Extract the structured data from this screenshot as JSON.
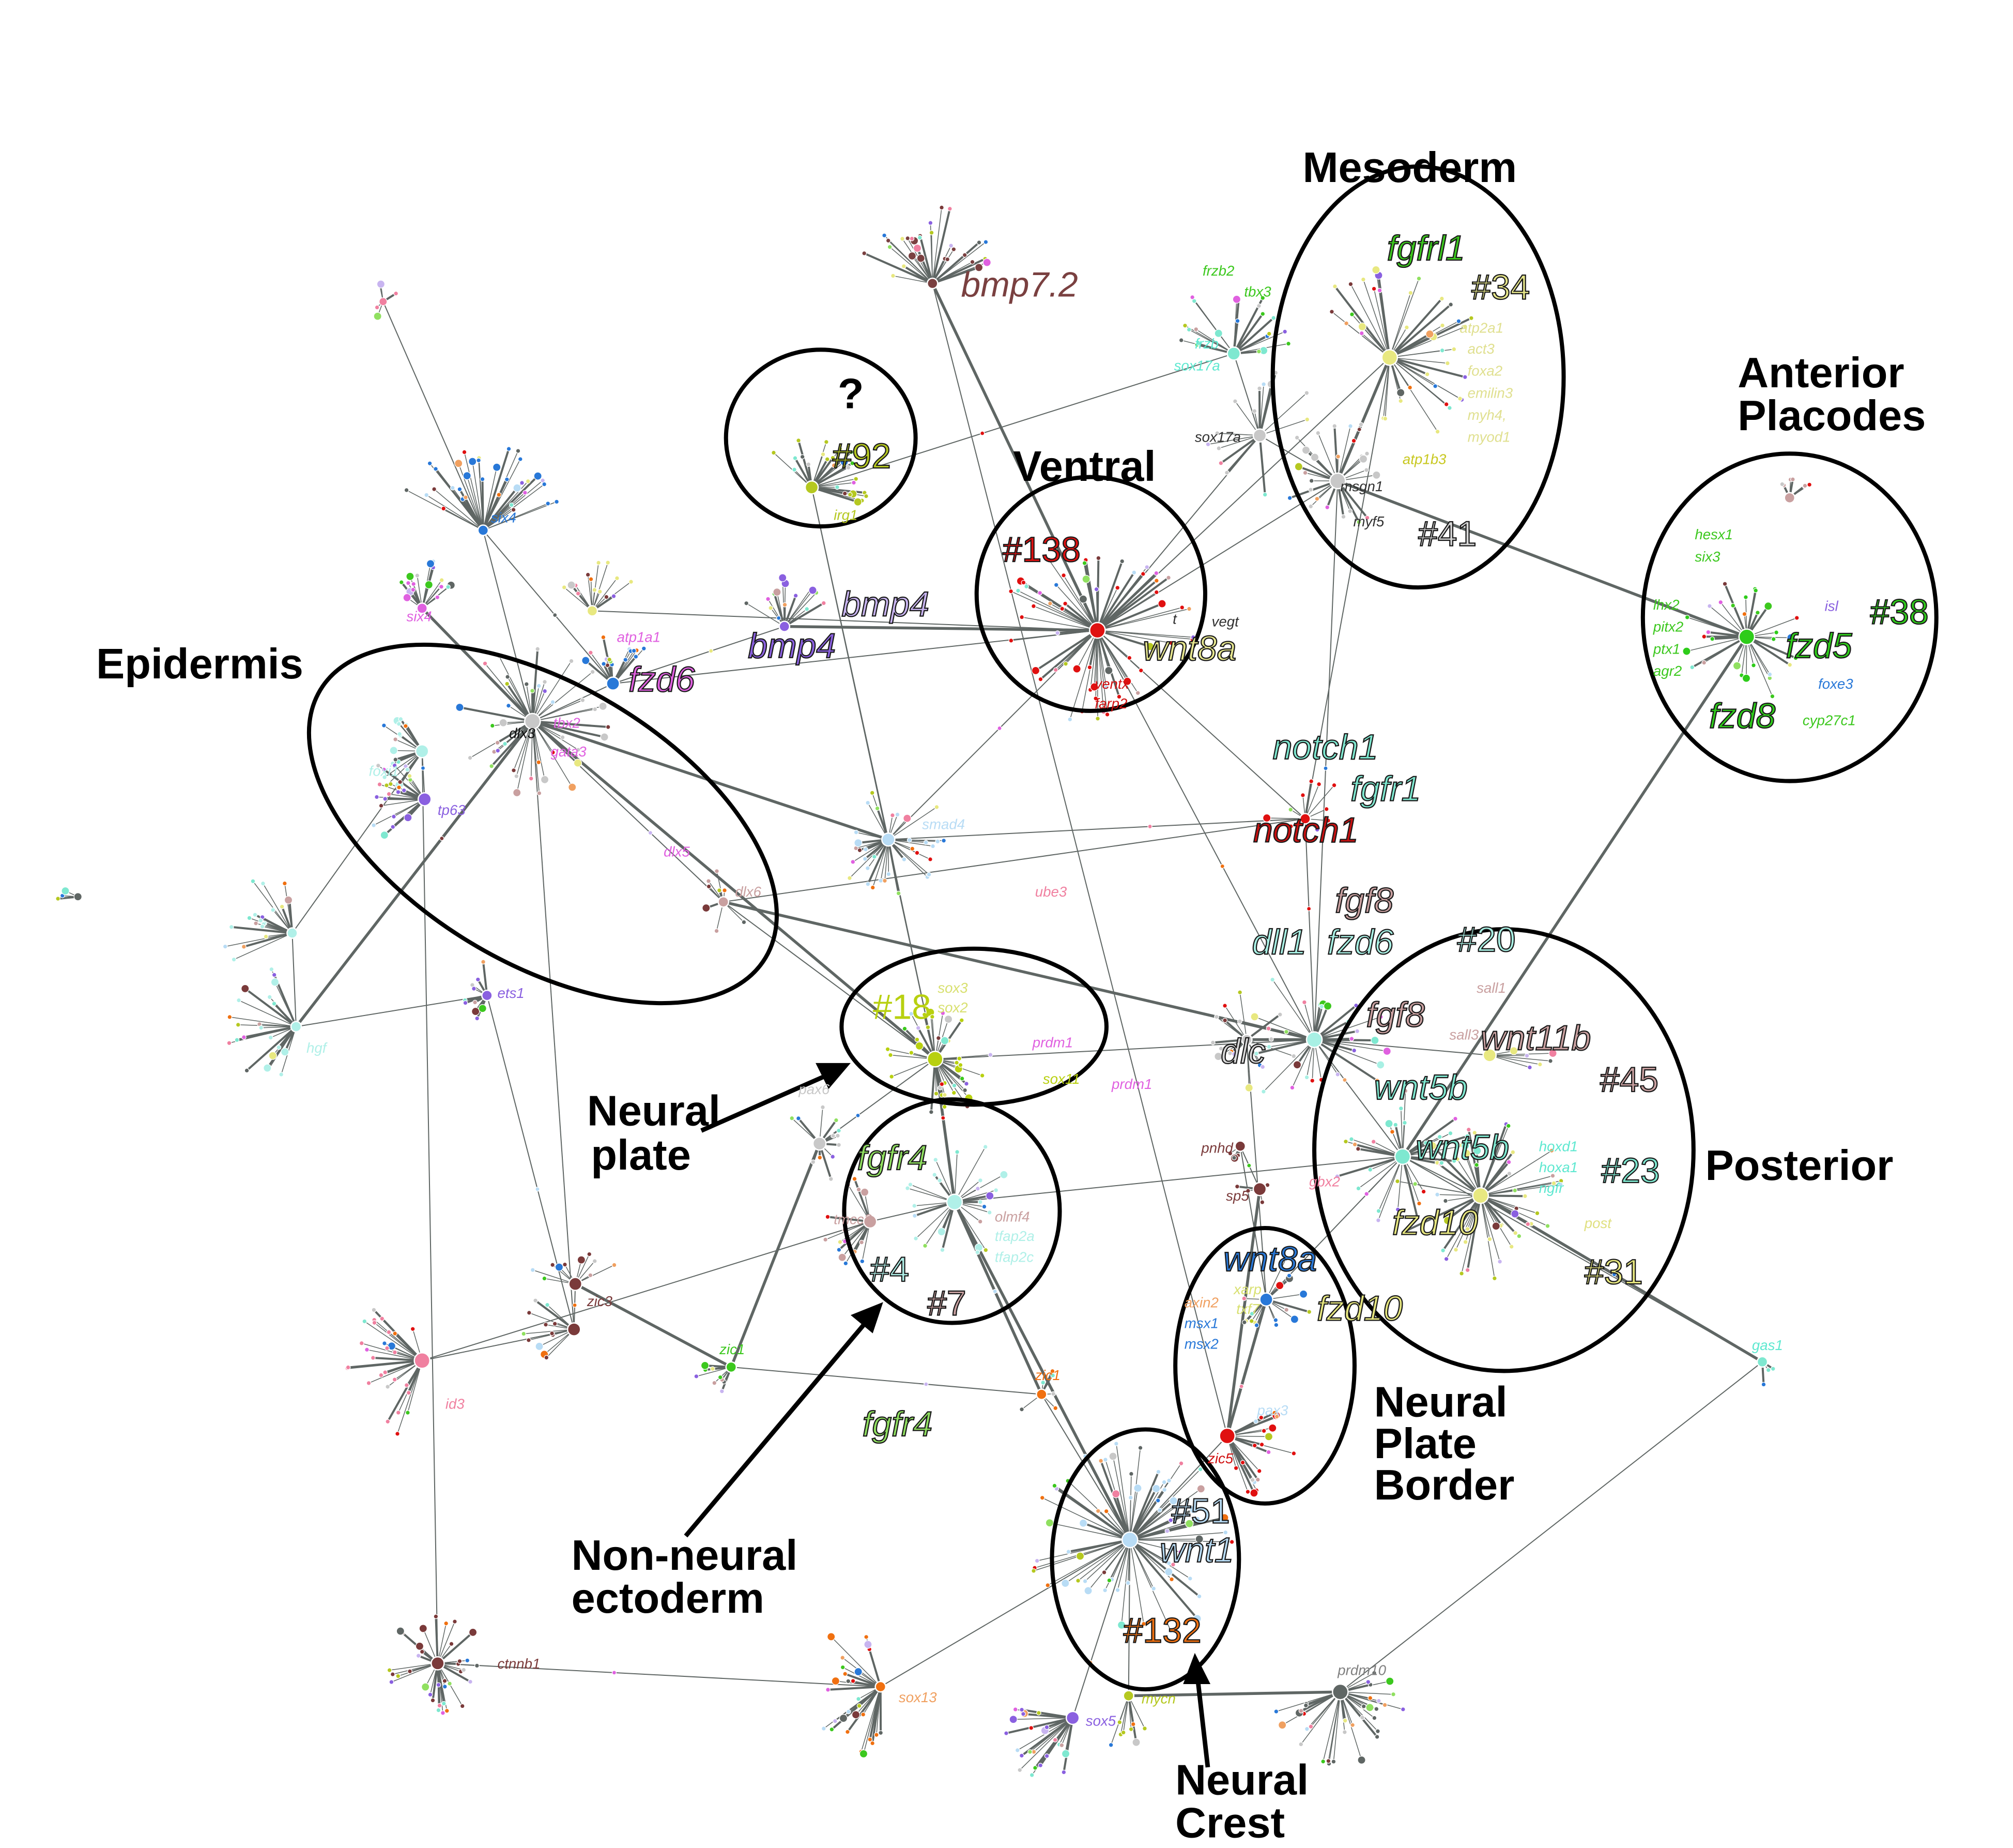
{
  "regions": {
    "mesoderm": "Mesoderm",
    "anterior_placodes": [
      "Anterior",
      "Placodes"
    ],
    "ventral": "Ventral",
    "epidermis": "Epidermis",
    "neural_plate": [
      "Neural",
      "plate"
    ],
    "posterior": "Posterior",
    "neural_plate_border": [
      "Neural",
      "Plate",
      "Border"
    ],
    "non_neural_ectoderm": [
      "Non-neural",
      "ectoderm"
    ],
    "neural_crest": [
      "Neural",
      "Crest"
    ],
    "unknown": "?"
  },
  "clusters": [
    {
      "text": "#34",
      "color": "#e6e68a"
    },
    {
      "text": "#92",
      "color": "#b5c820"
    },
    {
      "text": "#41",
      "color": "#d8d8d8"
    },
    {
      "text": "#138",
      "color": "#e01010"
    },
    {
      "text": "#38",
      "color": "#2ecc1a"
    },
    {
      "text": "#20",
      "color": "#a8f0e4"
    },
    {
      "text": "#45",
      "color": "#c9a0a0"
    },
    {
      "text": "#23",
      "color": "#7ee8d0"
    },
    {
      "text": "#31",
      "color": "#e8e880"
    },
    {
      "text": "#18",
      "color": "#b8d010"
    },
    {
      "text": "#4",
      "color": "#b0f0e8"
    },
    {
      "text": "#7",
      "color": "#c9a0a0"
    },
    {
      "text": "#51",
      "color": "#b8dcf5"
    },
    {
      "text": "#132",
      "color": "#f07010"
    }
  ],
  "genes_large": [
    {
      "text": "fgfrl1",
      "color": "#3cc81e"
    },
    {
      "text": "bmp7.2",
      "color": "#7a4040"
    },
    {
      "text": "bmp4",
      "color": "#c8b4f0"
    },
    {
      "text": "bmp4",
      "color": "#8a60e0"
    },
    {
      "text": "fzd6",
      "color": "#e060e0"
    },
    {
      "text": "wnt8a",
      "color": "#e8e890"
    },
    {
      "text": "notch1",
      "color": "#7ee8d0"
    },
    {
      "text": "fgfr1",
      "color": "#7ee8d0"
    },
    {
      "text": "notch1",
      "color": "#c81010"
    },
    {
      "text": "fgf8",
      "color": "#c9a0a0"
    },
    {
      "text": "dll1",
      "color": "#a8f0e4"
    },
    {
      "text": "fzd6",
      "color": "#a8f0e4"
    },
    {
      "text": "fgf8",
      "color": "#c9a0a0"
    },
    {
      "text": "wnt11b",
      "color": "#c9a0a0"
    },
    {
      "text": "dlc",
      "color": "#d8d8d8"
    },
    {
      "text": "wnt5b",
      "color": "#7ee8d0"
    },
    {
      "text": "wnt5b",
      "color": "#7ee8d0"
    },
    {
      "text": "fzd10",
      "color": "#e8e880"
    },
    {
      "text": "fzd5",
      "color": "#2ecc1a"
    },
    {
      "text": "fzd8",
      "color": "#2ecc1a"
    },
    {
      "text": "fgfr4",
      "color": "#90e060"
    },
    {
      "text": "fgfr4",
      "color": "#90e060"
    },
    {
      "text": "wnt8a",
      "color": "#2878d8"
    },
    {
      "text": "fzd10",
      "color": "#e8e880"
    },
    {
      "text": "wnt1",
      "color": "#b8dcf5"
    }
  ],
  "genes_small": [
    {
      "text": "frzb2",
      "color": "#3cc81e"
    },
    {
      "text": "tbx3",
      "color": "#3cc81e"
    },
    {
      "text": "frzb",
      "color": "#5ee8d0"
    },
    {
      "text": "sox17a",
      "color": "#5ee8d0"
    },
    {
      "text": "sox17a",
      "color": "#303030"
    },
    {
      "text": "atp2a1",
      "color": "#e0e090"
    },
    {
      "text": "act3",
      "color": "#e0e090"
    },
    {
      "text": "foxa2",
      "color": "#e0e090"
    },
    {
      "text": "emilin3",
      "color": "#e0e090"
    },
    {
      "text": "myh4,",
      "color": "#e0e090"
    },
    {
      "text": "myod1",
      "color": "#e0e090"
    },
    {
      "text": "atp1b3",
      "color": "#c8c820"
    },
    {
      "text": "msgn1",
      "color": "#303030"
    },
    {
      "text": "myf5",
      "color": "#303030"
    },
    {
      "text": "irg1",
      "color": "#b5c820"
    },
    {
      "text": "six4",
      "color": "#2878d8"
    },
    {
      "text": "six4",
      "color": "#e060e0"
    },
    {
      "text": "atp1a1",
      "color": "#e060e0"
    },
    {
      "text": "tbx2",
      "color": "#e060e0"
    },
    {
      "text": "dlx3",
      "color": "#101010"
    },
    {
      "text": "gata3",
      "color": "#e060e0"
    },
    {
      "text": "foxi1",
      "color": "#b0f0e8"
    },
    {
      "text": "tp63",
      "color": "#8a60e0"
    },
    {
      "text": "dlx5",
      "color": "#e060e0"
    },
    {
      "text": "dlx6",
      "color": "#c9a0a0"
    },
    {
      "text": "smad4",
      "color": "#b8dcf5"
    },
    {
      "text": "ube3",
      "color": "#f080a0"
    },
    {
      "text": "ets1",
      "color": "#8a60e0"
    },
    {
      "text": "hgf",
      "color": "#b0f0e8"
    },
    {
      "text": "hesx1",
      "color": "#3cc81e"
    },
    {
      "text": "six3",
      "color": "#3cc81e"
    },
    {
      "text": "lhx2",
      "color": "#3cc81e"
    },
    {
      "text": "pitx2",
      "color": "#3cc81e"
    },
    {
      "text": "ptx1",
      "color": "#3cc81e"
    },
    {
      "text": "agr2",
      "color": "#3cc81e"
    },
    {
      "text": "isl",
      "color": "#8a60e0"
    },
    {
      "text": "foxe3",
      "color": "#2878d8"
    },
    {
      "text": "cyp27c1",
      "color": "#3cc81e"
    },
    {
      "text": "ventx",
      "color": "#d01010"
    },
    {
      "text": "farp2",
      "color": "#d01010"
    },
    {
      "text": "t",
      "color": "#303030"
    },
    {
      "text": "vegt",
      "color": "#303030"
    },
    {
      "text": "sall1",
      "color": "#c9a0a0"
    },
    {
      "text": "sall3",
      "color": "#c9a0a0"
    },
    {
      "text": "sox3",
      "color": "#d8e070"
    },
    {
      "text": "sox2",
      "color": "#d8e070"
    },
    {
      "text": "prdm1",
      "color": "#e060e0"
    },
    {
      "text": "prdm1",
      "color": "#e060e0"
    },
    {
      "text": "sox11",
      "color": "#b8d010"
    },
    {
      "text": "pax6",
      "color": "#c8c8c8"
    },
    {
      "text": "pnhd",
      "color": "#7a3a3a"
    },
    {
      "text": "sp5",
      "color": "#7a3a3a"
    },
    {
      "text": "gbx2",
      "color": "#f080a0"
    },
    {
      "text": "tmcc3",
      "color": "#c9a0a0"
    },
    {
      "text": "olmf4",
      "color": "#c9a0a0"
    },
    {
      "text": "tfap2a",
      "color": "#b0f0e8"
    },
    {
      "text": "tfap2c",
      "color": "#b0f0e8"
    },
    {
      "text": "hoxd1",
      "color": "#5ee8d0"
    },
    {
      "text": "hoxa1",
      "color": "#5ee8d0"
    },
    {
      "text": "ngfr",
      "color": "#5ee8d0"
    },
    {
      "text": "post",
      "color": "#e0e080"
    },
    {
      "text": "xarp",
      "color": "#d8e070"
    },
    {
      "text": "txf7",
      "color": "#d8e070"
    },
    {
      "text": "axin2",
      "color": "#f0a060"
    },
    {
      "text": "msx1",
      "color": "#2878d8"
    },
    {
      "text": "msx2",
      "color": "#2878d8"
    },
    {
      "text": "pax3",
      "color": "#b8dcf5"
    },
    {
      "text": "zic5",
      "color": "#d01010"
    },
    {
      "text": "zic3",
      "color": "#7a3a3a"
    },
    {
      "text": "zic1",
      "color": "#3cc81e"
    },
    {
      "text": "zic1",
      "color": "#f07010"
    },
    {
      "text": "id3",
      "color": "#f080a0"
    },
    {
      "text": "ctnnb1",
      "color": "#7a3a3a"
    },
    {
      "text": "prdm10",
      "color": "#808080"
    },
    {
      "text": "sox13",
      "color": "#f0a060"
    },
    {
      "text": "mycn",
      "color": "#b5c820"
    },
    {
      "text": "sox5",
      "color": "#8a60e0"
    },
    {
      "text": "gas1",
      "color": "#5ee8d0"
    }
  ],
  "colors": {
    "edge": "#5f6664",
    "ring": "#000000",
    "node_palette": [
      "#7ee8d0",
      "#b8dcf5",
      "#8a60e0",
      "#c8b4f0",
      "#e060e0",
      "#f080a0",
      "#e01010",
      "#f07010",
      "#f0a060",
      "#3cc81e",
      "#90e060",
      "#b5c820",
      "#e8e880",
      "#c9a0a0",
      "#7a3a3a",
      "#2878d8",
      "#c8c8c8",
      "#5f6664"
    ]
  }
}
